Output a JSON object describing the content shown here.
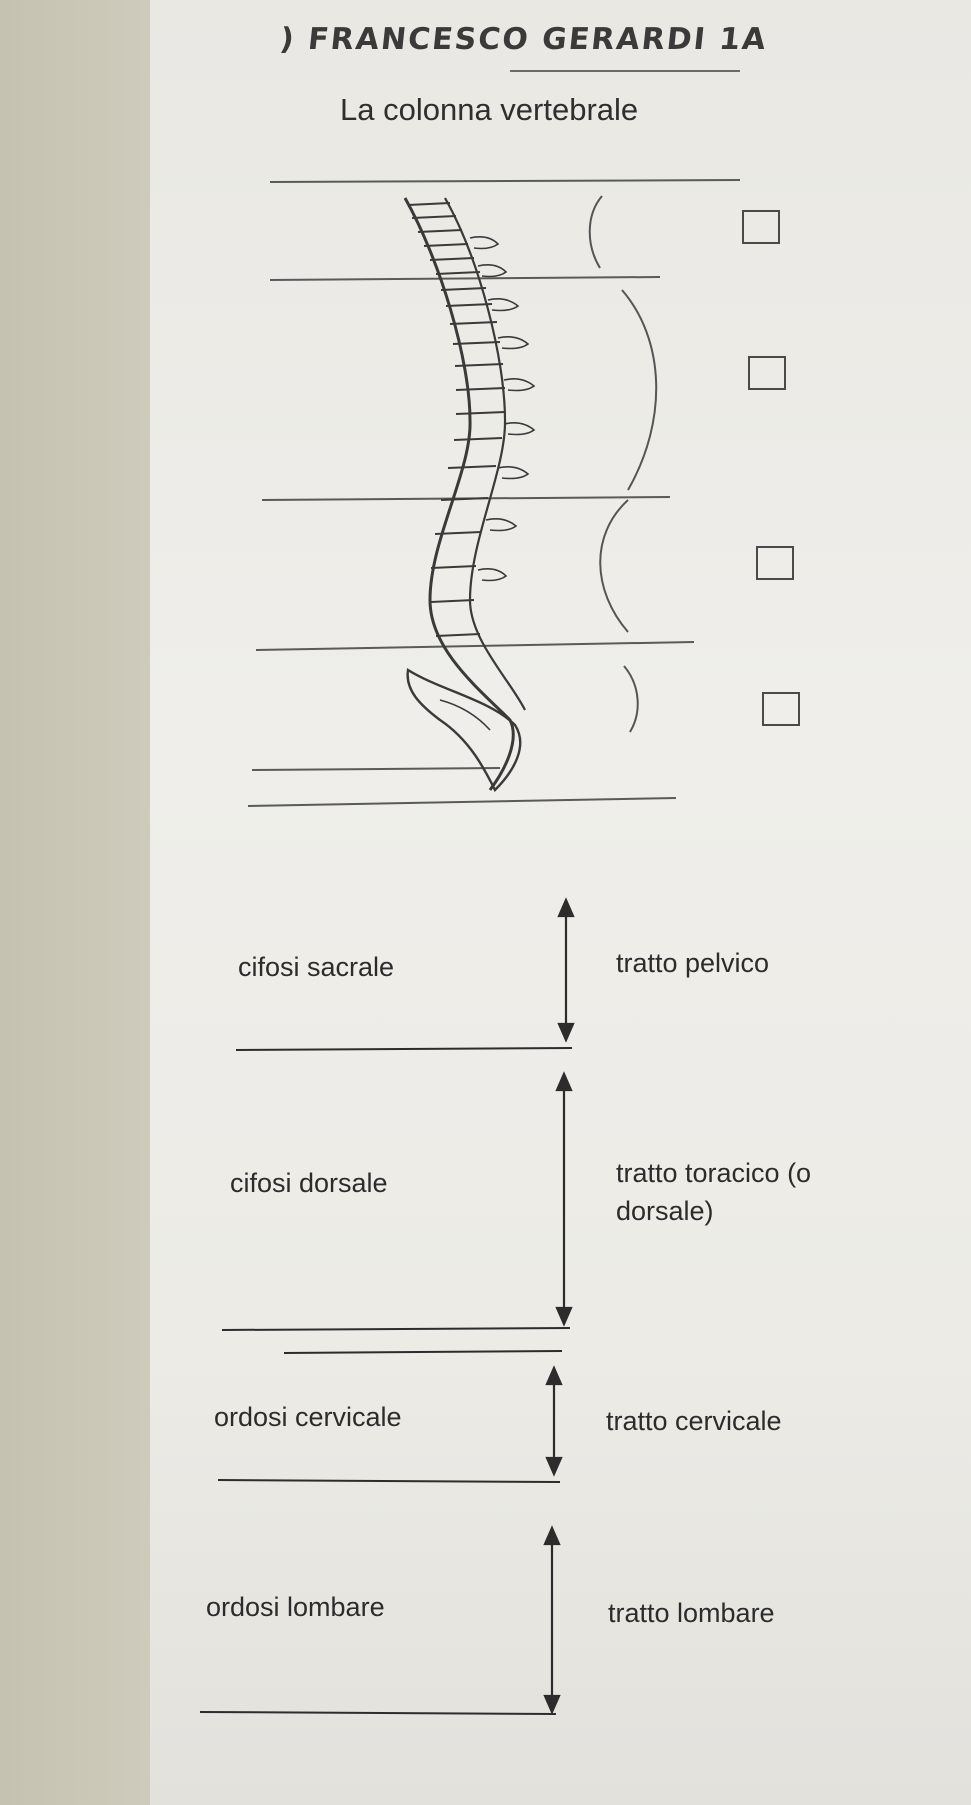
{
  "header": {
    "student_name": ") FRANCESCO GERARDI 1A",
    "title": "La colonna vertebrale"
  },
  "diagram": {
    "checkboxes_count": 4
  },
  "matching": [
    {
      "curve": "cifosi sacrale",
      "tract": "tratto pelvico"
    },
    {
      "curve": "cifosi dorsale",
      "tract": "tratto toracico (o dorsale)"
    },
    {
      "curve": "ordosi cervicale",
      "tract": "tratto cervicale"
    },
    {
      "curve": "ordosi lombare",
      "tract": "tratto lombare"
    }
  ],
  "colors": {
    "ink": "#2c2c2c",
    "paper": "#eceae5"
  }
}
